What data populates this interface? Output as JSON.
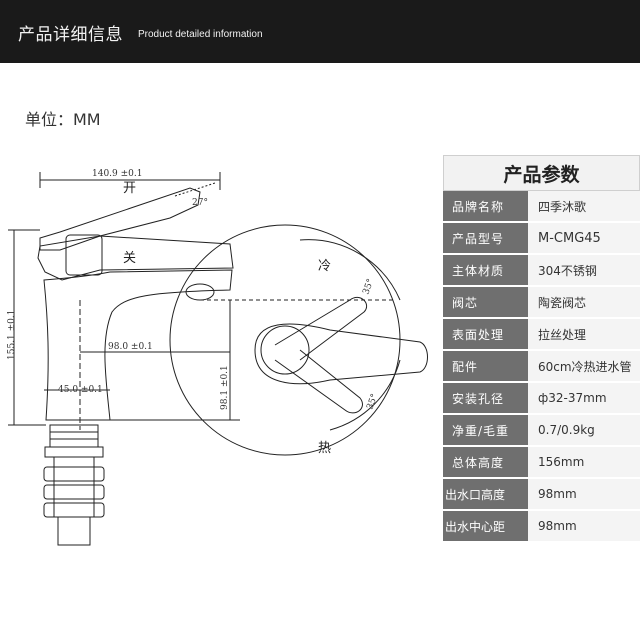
{
  "header": {
    "title_cn": "产品详细信息",
    "title_en": "Product detailed information"
  },
  "unit_label": "单位：MM",
  "drawing": {
    "labels": {
      "open": "开",
      "close": "关",
      "cold": "冷",
      "hot": "热"
    },
    "dimensions": {
      "width": "140.9 ±0.1",
      "angle_lever": "27°",
      "height": "155.1 ±0.1",
      "reach": "98.0 ±0.1",
      "spout_height": "98.1 ±0.1",
      "base": "45.0 ±0.1",
      "rotation_top": "35°",
      "rotation_bottom": "35°"
    }
  },
  "spec_table": {
    "title": "产品参数",
    "rows": [
      {
        "label": "品牌名称",
        "value": "四季沐歌"
      },
      {
        "label": "产品型号",
        "value": "M-CMG45"
      },
      {
        "label": "主体材质",
        "value": "304不锈钢"
      },
      {
        "label": "阀芯",
        "value": "陶瓷阀芯"
      },
      {
        "label": "表面处理",
        "value": "拉丝处理"
      },
      {
        "label": "配件",
        "value": "60cm冷热进水管"
      },
      {
        "label": "安装孔径",
        "value": "ф32-37mm"
      },
      {
        "label": "净重/毛重",
        "value": "0.7/0.9kg"
      },
      {
        "label": "总体高度",
        "value": "156mm"
      },
      {
        "label": "出水口高度",
        "value": "98mm"
      },
      {
        "label": "出水中心距",
        "value": "98mm"
      }
    ]
  }
}
